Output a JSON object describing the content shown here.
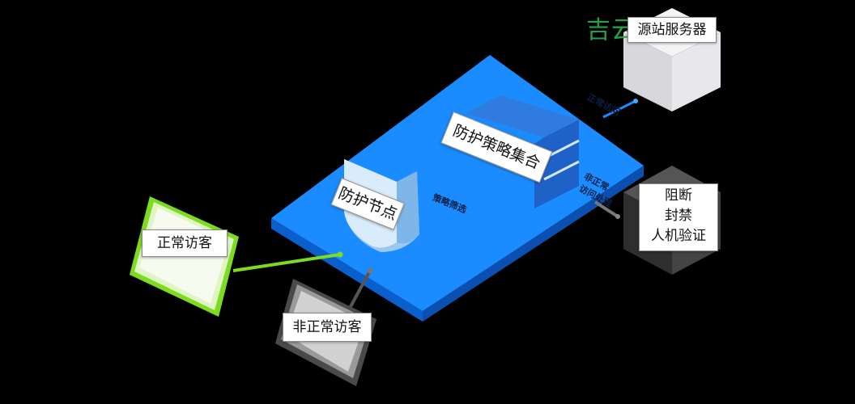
{
  "watermark": "吉云B",
  "nodes": {
    "origin_server": "源站服务器",
    "protection_node": "防护节点",
    "policy_set": "防护策略集合",
    "normal_visitor": "正常访客",
    "abnormal_visitor": "非正常访客"
  },
  "actions": [
    "阻断",
    "封禁",
    "人机验证"
  ],
  "edge_labels": {
    "normal_traffic": "正常访问",
    "policy_filter": "策略筛选",
    "abnormal_handling": [
      "非正常",
      "访问处理"
    ]
  },
  "colors": {
    "platform": "#1a8cff",
    "platform_side": "#0a5fcc",
    "normal_accent": "#7ddc1f",
    "watermark": "#2aa84a",
    "abnormal_cube": "#3a3a3a",
    "server_cube": "#e6e6ea"
  }
}
